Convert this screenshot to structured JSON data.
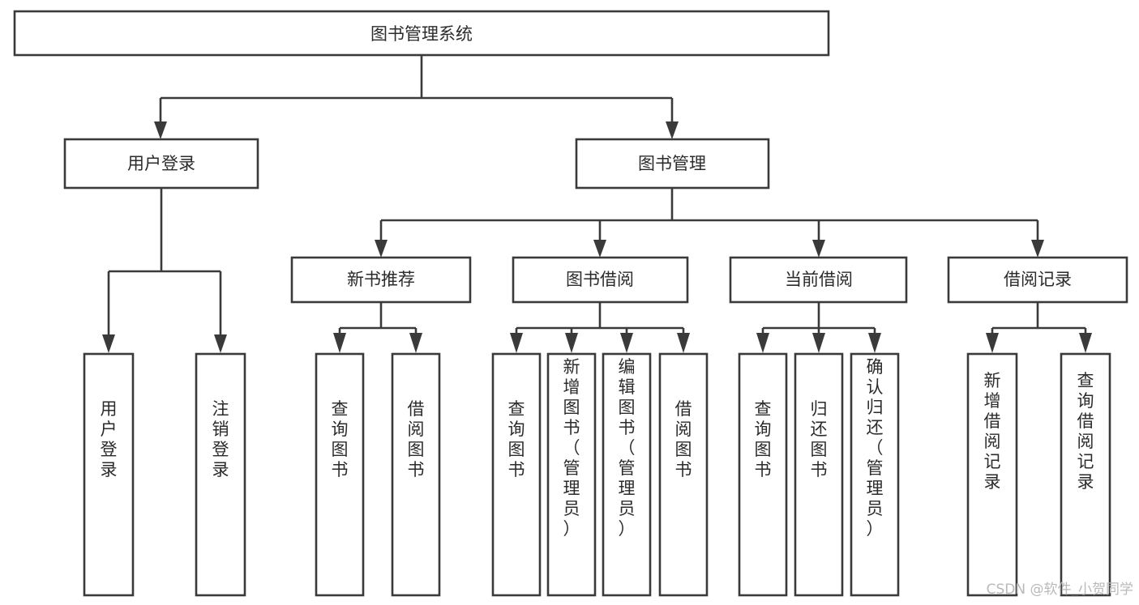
{
  "diagram": {
    "title": "图书管理系统",
    "orientation": "top-down-tree",
    "colors": {
      "background": "#ffffff",
      "box_stroke": "#3a3a3a",
      "box_fill": "#ffffff",
      "text": "#2b2b2b",
      "watermark": "#b9b9b9"
    },
    "levels": {
      "root": {
        "label": "图书管理系统"
      },
      "level2": [
        {
          "id": "user-login",
          "label": "用户登录"
        },
        {
          "id": "book-manage",
          "label": "图书管理"
        }
      ],
      "level3": [
        {
          "id": "new-book-recommend",
          "label": "新书推荐",
          "parent": "book-manage"
        },
        {
          "id": "book-borrow",
          "label": "图书借阅",
          "parent": "book-manage"
        },
        {
          "id": "current-borrow",
          "label": "当前借阅",
          "parent": "book-manage"
        },
        {
          "id": "borrow-record",
          "label": "借阅记录",
          "parent": "book-manage"
        }
      ],
      "leaves": [
        {
          "id": "leaf-user-login",
          "label": "用户登录",
          "parent": "user-login"
        },
        {
          "id": "leaf-user-logout",
          "label": "注销登录",
          "parent": "user-login"
        },
        {
          "id": "leaf-query-book-1",
          "label": "查询图书",
          "parent": "new-book-recommend"
        },
        {
          "id": "leaf-borrow-book-1",
          "label": "借阅图书",
          "parent": "new-book-recommend"
        },
        {
          "id": "leaf-query-book-2",
          "label": "查询图书",
          "parent": "book-borrow"
        },
        {
          "id": "leaf-add-book",
          "label": "新增图书（管理员）",
          "parent": "book-borrow"
        },
        {
          "id": "leaf-edit-book",
          "label": "编辑图书（管理员）",
          "parent": "book-borrow"
        },
        {
          "id": "leaf-borrow-book-2",
          "label": "借阅图书",
          "parent": "book-borrow"
        },
        {
          "id": "leaf-query-book-3",
          "label": "查询图书",
          "parent": "current-borrow"
        },
        {
          "id": "leaf-return-book",
          "label": "归还图书",
          "parent": "current-borrow"
        },
        {
          "id": "leaf-confirm-return",
          "label": "确认归还（管理员）",
          "parent": "current-borrow"
        },
        {
          "id": "leaf-add-record",
          "label": "新增借阅记录",
          "parent": "borrow-record"
        },
        {
          "id": "leaf-query-record",
          "label": "查询借阅记录",
          "parent": "borrow-record"
        }
      ]
    },
    "watermark": "CSDN @软件_小贺同学"
  }
}
